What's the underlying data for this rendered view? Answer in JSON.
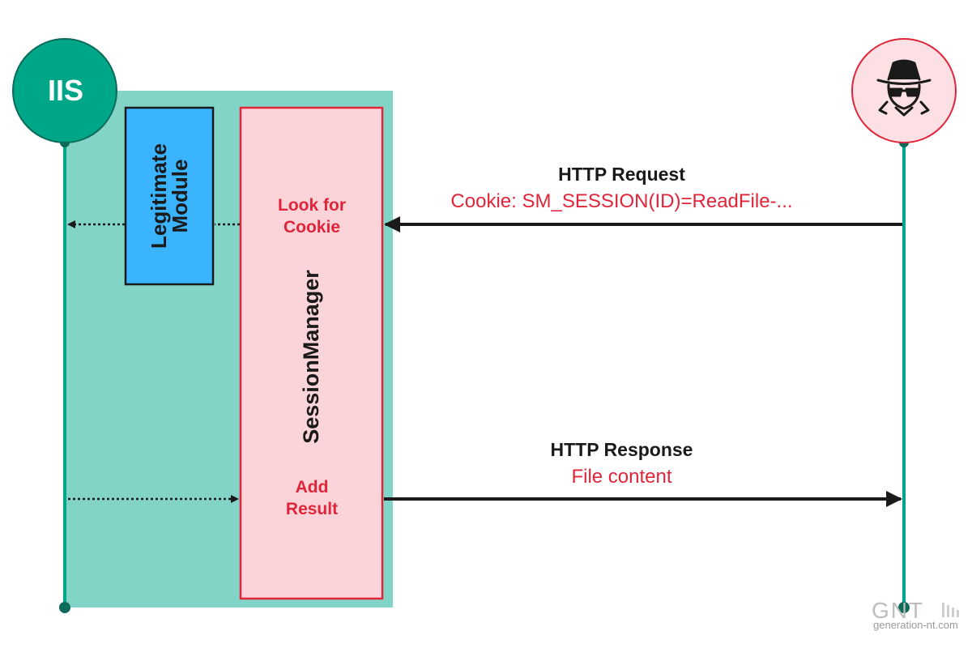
{
  "colors": {
    "iis_green": "#00a688",
    "container_teal": "#82d4c6",
    "module_blue": "#3bb4ff",
    "session_pink": "#fad4d8",
    "accent_red": "#e0253a",
    "attacker_bg": "#fde0e3",
    "line_dark": "#1a1a1a"
  },
  "iis": {
    "label": "IIS"
  },
  "attacker": {
    "icon": "hacker-spy-icon"
  },
  "legitimate_module": {
    "label": "Legitimate\nModule"
  },
  "session_manager": {
    "label": "SessionManager",
    "step_look": "Look for\nCookie",
    "step_add": "Add\nResult"
  },
  "request": {
    "title": "HTTP Request",
    "detail": "Cookie: SM_SESSION(ID)=ReadFile-..."
  },
  "response": {
    "title": "HTTP Response",
    "detail": "File content"
  },
  "watermark": {
    "logo": "GNT",
    "site": "generation-nt.com"
  }
}
